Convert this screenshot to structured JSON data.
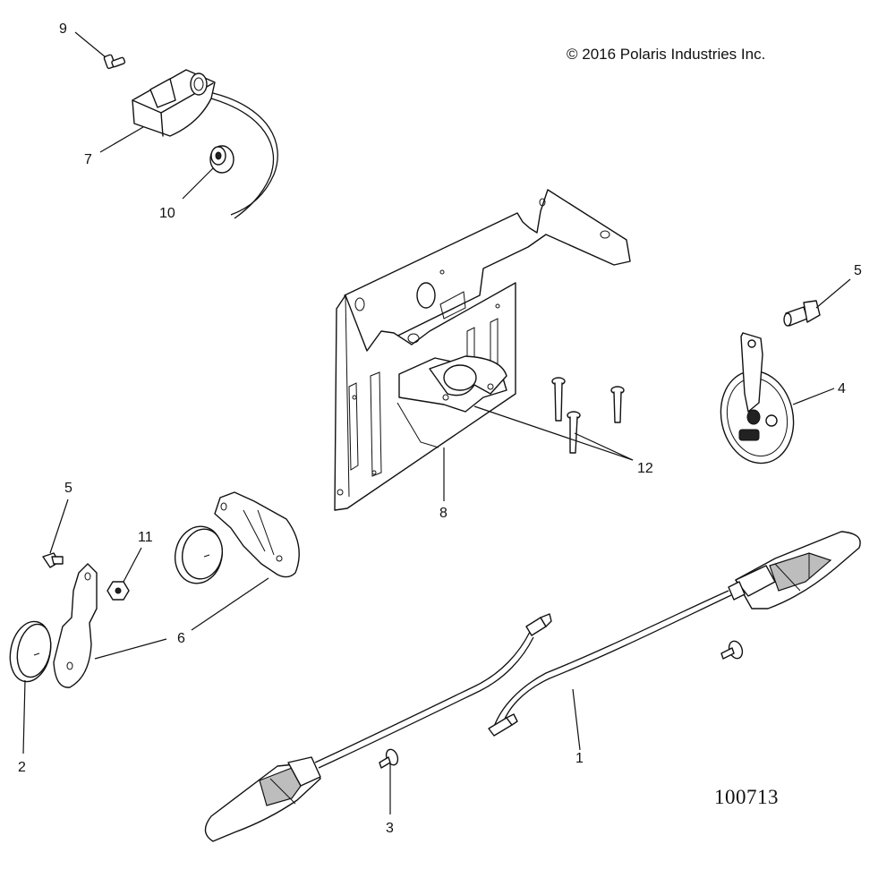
{
  "header": {
    "copyright": "© 2016  Polaris Industries Inc."
  },
  "footer": {
    "drawing_number": "100713"
  },
  "callouts": {
    "c1": "1",
    "c2": "2",
    "c3": "3",
    "c4": "4",
    "c5_top": "5",
    "c5_left": "5",
    "c6": "6",
    "c7": "7",
    "c8": "8",
    "c9": "9",
    "c10": "10",
    "c11": "11",
    "c12": "12"
  }
}
